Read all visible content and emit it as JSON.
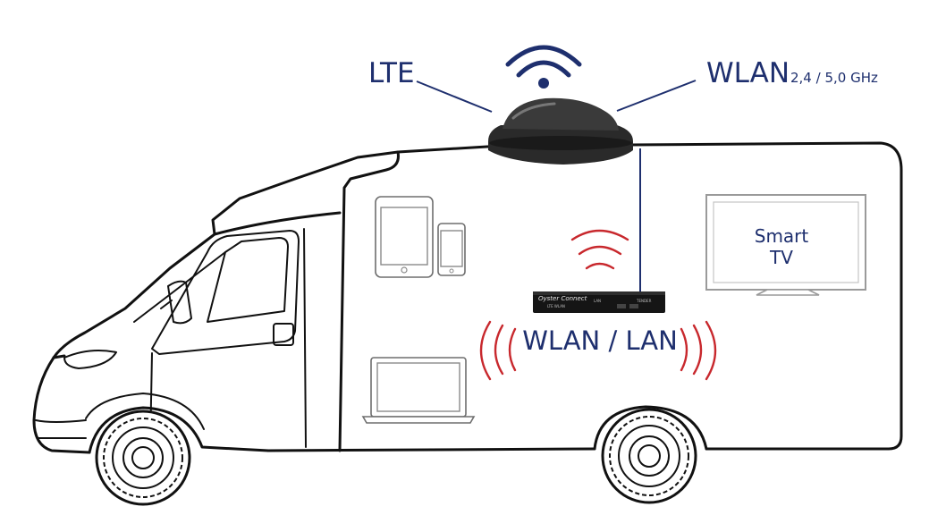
{
  "labels": {
    "lte": "LTE",
    "wlan": "WLAN",
    "wlan_freq": "2,4 / 5,0 GHz",
    "tv_line1": "Smart",
    "tv_line2": "TV",
    "router": "WLAN / LAN"
  },
  "device": {
    "brand": "Oyster Connect",
    "sub": "LTE  WLAN",
    "port": "LAN",
    "tag": "TENDER"
  },
  "colors": {
    "navy": "#1e2f6e",
    "signal_red": "#c8282d",
    "outline": "#111111"
  }
}
